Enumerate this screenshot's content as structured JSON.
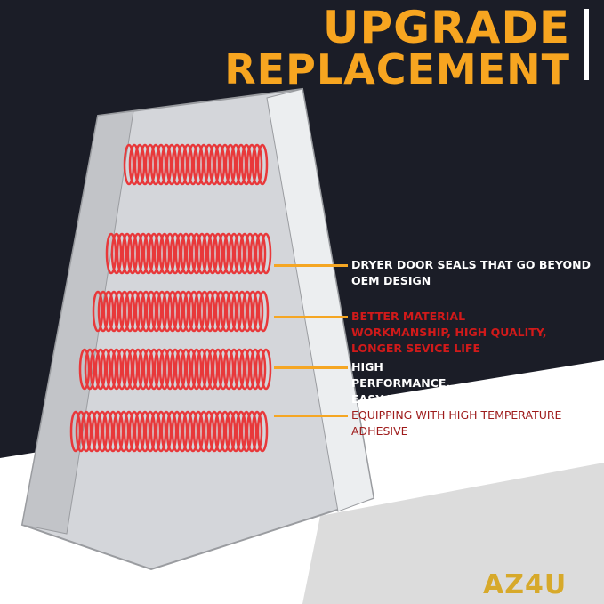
{
  "headline": {
    "line1": "UPGRADE",
    "line2": "REPLACEMENT"
  },
  "features": [
    {
      "text": "DRYER DOOR SEALS THAT GO BEYOND OEM DESIGN",
      "color": "#ffffff"
    },
    {
      "text": "BETTER MATERIAL WORKMANSHIP, HIGH QUALITY, LONGER SEVICE LIFE",
      "color": "#d11a1a"
    },
    {
      "text": "HIGH PERFORMANCE, EASY TO INSTALL",
      "color": "#ffffff"
    },
    {
      "text": "EQUIPPING WITH HIGH TEMPERATURE ADHESIVE",
      "color": "#9e1b1b"
    }
  ],
  "brand": {
    "logo": "AZ4U"
  },
  "colors": {
    "accent": "#f7a520",
    "background": "#1a1c26",
    "coil": "#e8383a"
  }
}
